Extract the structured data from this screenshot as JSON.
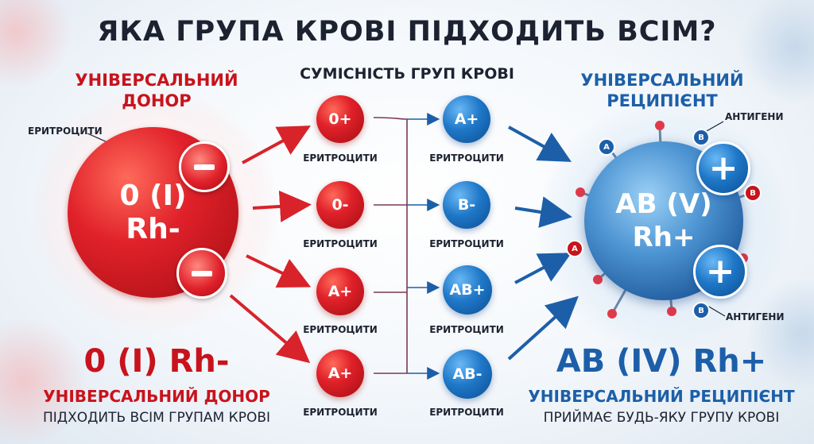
{
  "title": "ЯКА ГРУПА КРОВІ ПІДХОДИТЬ ВСІМ?",
  "compat_title": "СУМІСНІСТЬ ГРУП КРОВІ",
  "donor": {
    "heading_line1": "УНІВЕРСАЛЬНИЙ",
    "heading_line2": "ДОНОР",
    "cell_label": "ЕРИТРОЦИТИ",
    "cell_line1": "0 (I)",
    "cell_line2": "Rh-",
    "big": "0 (I) Rh-",
    "subtitle": "УНІВЕРСАЛЬНИЙ ДОНОР",
    "caption": "ПІДХОДИТЬ ВСІМ ГРУПАМ КРОВІ"
  },
  "recipient": {
    "heading_line1": "УНІВЕРСАЛЬНИЙ",
    "heading_line2": "РЕЦИПІЄНТ",
    "antigen_label_top": "АНТИГЕНИ",
    "antigen_label_bottom": "АНТИГЕНИ",
    "cell_line1": "AB (V)",
    "cell_line2": "Rh+",
    "big": "AB (IV) Rh+",
    "subtitle": "УНІВЕРСАЛЬНИЙ РЕЦИПІЄНТ",
    "caption": "ПРИЙМАЄ БУДЬ-ЯКУ ГРУПУ КРОВІ",
    "antigen_markers": [
      "A",
      "B",
      "B",
      "A",
      "B"
    ]
  },
  "red_nodes": [
    {
      "label": "0+",
      "caption": "ЕРИТРОЦИТИ"
    },
    {
      "label": "0-",
      "caption": "ЕРИТРОЦИТИ"
    },
    {
      "label": "A+",
      "caption": "ЕРИТРОЦИТИ"
    },
    {
      "label": "A+",
      "caption": "ЕРИТРОЦИТИ"
    }
  ],
  "blue_nodes": [
    {
      "label": "A+",
      "caption": "ЕРИТРОЦИТИ"
    },
    {
      "label": "B-",
      "caption": "ЕРИТРОЦИТИ"
    },
    {
      "label": "AB+",
      "caption": "ЕРИТРОЦИТИ"
    },
    {
      "label": "AB-",
      "caption": "ЕРИТРОЦИТИ"
    }
  ],
  "colors": {
    "red": "#c8131c",
    "blue": "#1c5fa8",
    "dark": "#1c2230"
  }
}
